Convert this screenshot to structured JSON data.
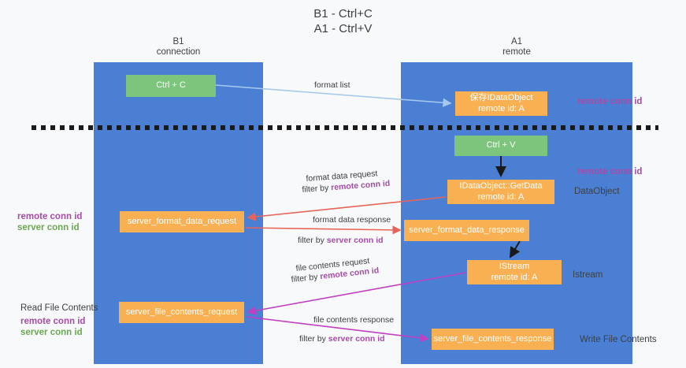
{
  "title": "B1 - Ctrl+C\nA1 - Ctrl+V",
  "lanes": {
    "left": {
      "header": "B1\nconnection",
      "color": "#4a7fd4"
    },
    "right": {
      "header": "A1\nremote",
      "color": "#4a7fd4"
    }
  },
  "colors": {
    "lane": "#4a7fd4",
    "green_box": "#7dc47d",
    "orange_box": "#f9b053",
    "purple_text": "#a64ca6",
    "green_text": "#6aa84f",
    "arrow_format_list": "#a6c8ec",
    "arrow_format_data": "#e8645a",
    "arrow_file_contents": "#c council",
    "arrow_black": "#1a1a1a",
    "background": "#f8f9fa"
  },
  "boxes": {
    "ctrl_c": {
      "label": "Ctrl + C",
      "style": "green"
    },
    "idataobject": {
      "line1": "保存IDataObject",
      "line2": "remote id: A",
      "style": "orange"
    },
    "ctrl_v": {
      "label": "Ctrl + V",
      "style": "green"
    },
    "getdata": {
      "line1": "IDataObject::GetData",
      "line2": "remote id: A",
      "style": "orange"
    },
    "server_format_data_request": {
      "label": "server_format_data_request",
      "style": "orange"
    },
    "server_format_data_response": {
      "label": "server_format_data_response",
      "style": "orange"
    },
    "istream": {
      "line1": "IStream",
      "line2": "remote id: A",
      "style": "orange"
    },
    "server_file_contents_request": {
      "label": "server_file_contents_request",
      "style": "orange"
    },
    "server_file_contents_response": {
      "label": "server_file_contents_response",
      "style": "orange"
    }
  },
  "edge_labels": {
    "format_list": "format list",
    "format_data_request": "format data request",
    "format_data_request_filter_prefix": "filter by ",
    "format_data_request_filter_key": "remote conn id",
    "format_data_response": "format data response",
    "format_data_response_filter_prefix": "filter by ",
    "format_data_response_filter_key": "server conn id",
    "file_contents_request": "file contents request",
    "file_contents_request_filter_prefix": "filter by ",
    "file_contents_request_filter_key": "remote conn id",
    "file_contents_response": "file contents response",
    "file_contents_response_filter_prefix": "filter by ",
    "file_contents_response_filter_key": "server conn id"
  },
  "side_labels": {
    "remote_conn_id_top": "remote conn id",
    "remote_conn_id_mid": "remote conn id",
    "dataobject": "DataObject",
    "istream": "Istream",
    "write_file_contents": "Write File Contents",
    "read_file_contents": "Read File Contents",
    "left_remote_conn_id_1": "remote conn id",
    "left_server_conn_id_1": "server conn id",
    "left_remote_conn_id_2": "remote conn id",
    "left_server_conn_id_2": "server conn id"
  }
}
